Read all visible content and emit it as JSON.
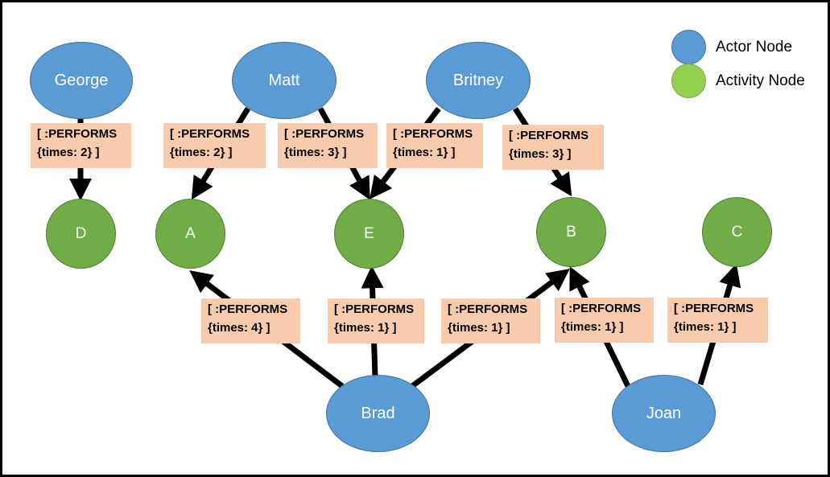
{
  "colors": {
    "actor_fill": "#5b9bd5",
    "activity_fill": "#70ad47",
    "label_fill": "#f8cbad",
    "edge": "#000000"
  },
  "legend": {
    "actor": "Actor Node",
    "activity": "Activity Node"
  },
  "nodes": {
    "george": "George",
    "matt": "Matt",
    "britney": "Britney",
    "brad": "Brad",
    "joan": "Joan",
    "d": "D",
    "a": "A",
    "e": "E",
    "b": "B",
    "c": "C"
  },
  "edges": [
    {
      "from": "George",
      "to": "D",
      "rel": "[ :PERFORMS",
      "props": "{times: 2} ]"
    },
    {
      "from": "Matt",
      "to": "A",
      "rel": "[ :PERFORMS",
      "props": "{times: 2} ]"
    },
    {
      "from": "Matt",
      "to": "E",
      "rel": "[ :PERFORMS",
      "props": "{times: 3} ]"
    },
    {
      "from": "Britney",
      "to": "E",
      "rel": "[ :PERFORMS",
      "props": "{times: 1} ]"
    },
    {
      "from": "Britney",
      "to": "B",
      "rel": "[ :PERFORMS",
      "props": "{times: 3} ]"
    },
    {
      "from": "Brad",
      "to": "A",
      "rel": "[ :PERFORMS",
      "props": "{times: 4} ]"
    },
    {
      "from": "Brad",
      "to": "E",
      "rel": "[ :PERFORMS",
      "props": "{times: 1} ]"
    },
    {
      "from": "Brad",
      "to": "B",
      "rel": "[ :PERFORMS",
      "props": "{times: 1} ]"
    },
    {
      "from": "Joan",
      "to": "B",
      "rel": "[ :PERFORMS",
      "props": "{times: 1} ]"
    },
    {
      "from": "Joan",
      "to": "C",
      "rel": "[ :PERFORMS",
      "props": "{times: 1} ]"
    }
  ]
}
